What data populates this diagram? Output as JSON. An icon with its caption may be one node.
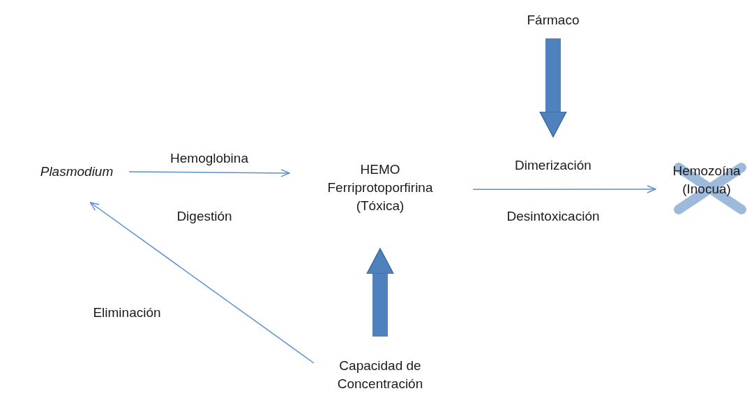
{
  "diagram": {
    "nodes": [
      {
        "text": [
          "Plasmodium"
        ]
      },
      {
        "text": [
          "HEMO Ferriprotoporfirina (Tóxica)"
        ]
      },
      {
        "text": [
          "Hemozoína (Inocua)"
        ]
      },
      {
        "text": [
          "Fármaco"
        ]
      },
      {
        "text": [
          "Capacidad de Concentración"
        ]
      }
    ],
    "edges": [
      {
        "from": 0,
        "to": 1,
        "arrow": "to",
        "label": "Hemoglobina"
      },
      {
        "from": 1,
        "to": 2,
        "arrow": "to",
        "label": "Dimerización"
      },
      {
        "from": 3,
        "to": null,
        "arrow": "to",
        "style": "thick"
      },
      {
        "from": 4,
        "to": 1,
        "arrow": "to",
        "style": "thick"
      },
      {
        "from": 4,
        "to": 0,
        "arrow": "to",
        "label": "Eliminación"
      }
    ],
    "labels": [
      "Digestión",
      "Desintoxicación"
    ]
  }
}
